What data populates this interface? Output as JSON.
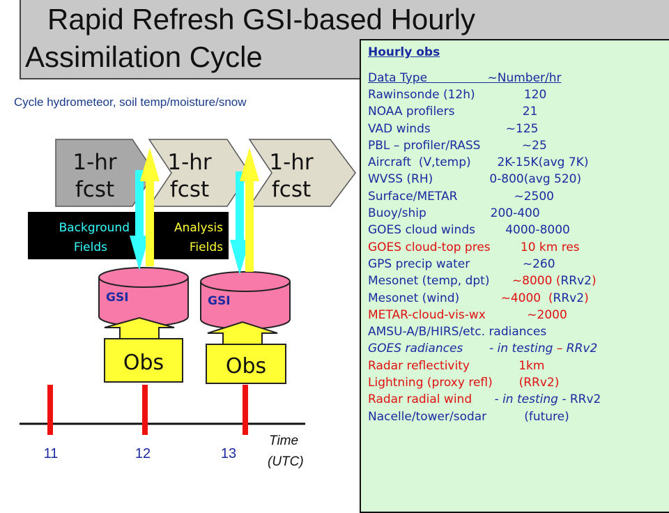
{
  "title": {
    "line1": "Rapid Refresh GSI-based Hourly",
    "line2": "Assimilation Cycle"
  },
  "subtitle": "Cycle hydrometeor, soil temp/moisture/snow",
  "colors": {
    "fcst_gray": "#a8a8a8",
    "fcst_tan": "#e0dccc",
    "gsi_pink": "#f87aa8",
    "obs_yellow": "#ffff33",
    "background_arrow": "#33ffff",
    "analysis_arrow": "#ffff33",
    "tick_red": "#ee1111",
    "panel_green": "#d8f8d8",
    "highlight_red": "#e01010"
  },
  "forecasts": [
    {
      "line1": "1-hr",
      "line2": "fcst"
    },
    {
      "line1": "1-hr",
      "line2": "fcst"
    },
    {
      "line1": "1-hr",
      "line2": "fcst"
    }
  ],
  "fields_label": {
    "background_line1": "Background",
    "background_line2": "Fields",
    "analysis_line1": "Analysis",
    "analysis_line2": "Fields"
  },
  "gsi": [
    {
      "label": "GSI"
    },
    {
      "label": "GSI"
    }
  ],
  "obs_boxes": [
    {
      "label": "Obs"
    },
    {
      "label": "Obs"
    }
  ],
  "timeline": {
    "hours": [
      "11",
      "12",
      "13"
    ],
    "axis_label_line1": "Time",
    "axis_label_line2": "(UTC)"
  },
  "obs_panel": {
    "heading": "Hourly obs",
    "header": "Data Type                ~Number/hr",
    "rows": [
      {
        "text": "Rawinsonde (12h)             120",
        "style": "normal"
      },
      {
        "text": "NOAA profilers                  21",
        "style": "normal"
      },
      {
        "text": "VAD winds                    ~125",
        "style": "normal"
      },
      {
        "text": "PBL – profiler/RASS           ~25",
        "style": "normal"
      },
      {
        "text": "Aircraft  (V,temp)       2K-15K(avg 7K)",
        "style": "normal"
      },
      {
        "text": "WVSS (RH)               0-800(avg 520)",
        "style": "wrap"
      },
      {
        "text": "Surface/METAR               ~2500",
        "style": "normal"
      },
      {
        "text": "Buoy/ship                 200-400",
        "style": "normal"
      },
      {
        "text": "GOES cloud winds        4000-8000",
        "style": "normal"
      },
      {
        "text": "GOES cloud-top pres        10 km res",
        "style": "red"
      },
      {
        "text": "GPS precip water              ~260",
        "style": "normal"
      },
      {
        "text": "Mesonet (temp, dpt)      ~8000 (RRv2)",
        "style": "mixed1"
      },
      {
        "text": "Mesonet (wind)           ~4000  (RRv2)",
        "style": "mixed2"
      },
      {
        "text": "METAR-cloud-vis-wx           ~2000",
        "style": "red"
      },
      {
        "text": "AMSU-A/B/HIRS/etc. radiances",
        "style": "normal"
      },
      {
        "text": "GOES radiances       - in testing – RRv2",
        "style": "italic"
      },
      {
        "text": "Radar reflectivity             1km",
        "style": "red"
      },
      {
        "text": "Lightning (proxy refl)       (RRv2)",
        "style": "red"
      },
      {
        "text": "Radar radial wind      - in testing - RRv2",
        "style": "mixed3"
      },
      {
        "text": "Nacelle/tower/sodar          (future)",
        "style": "normal"
      }
    ]
  }
}
